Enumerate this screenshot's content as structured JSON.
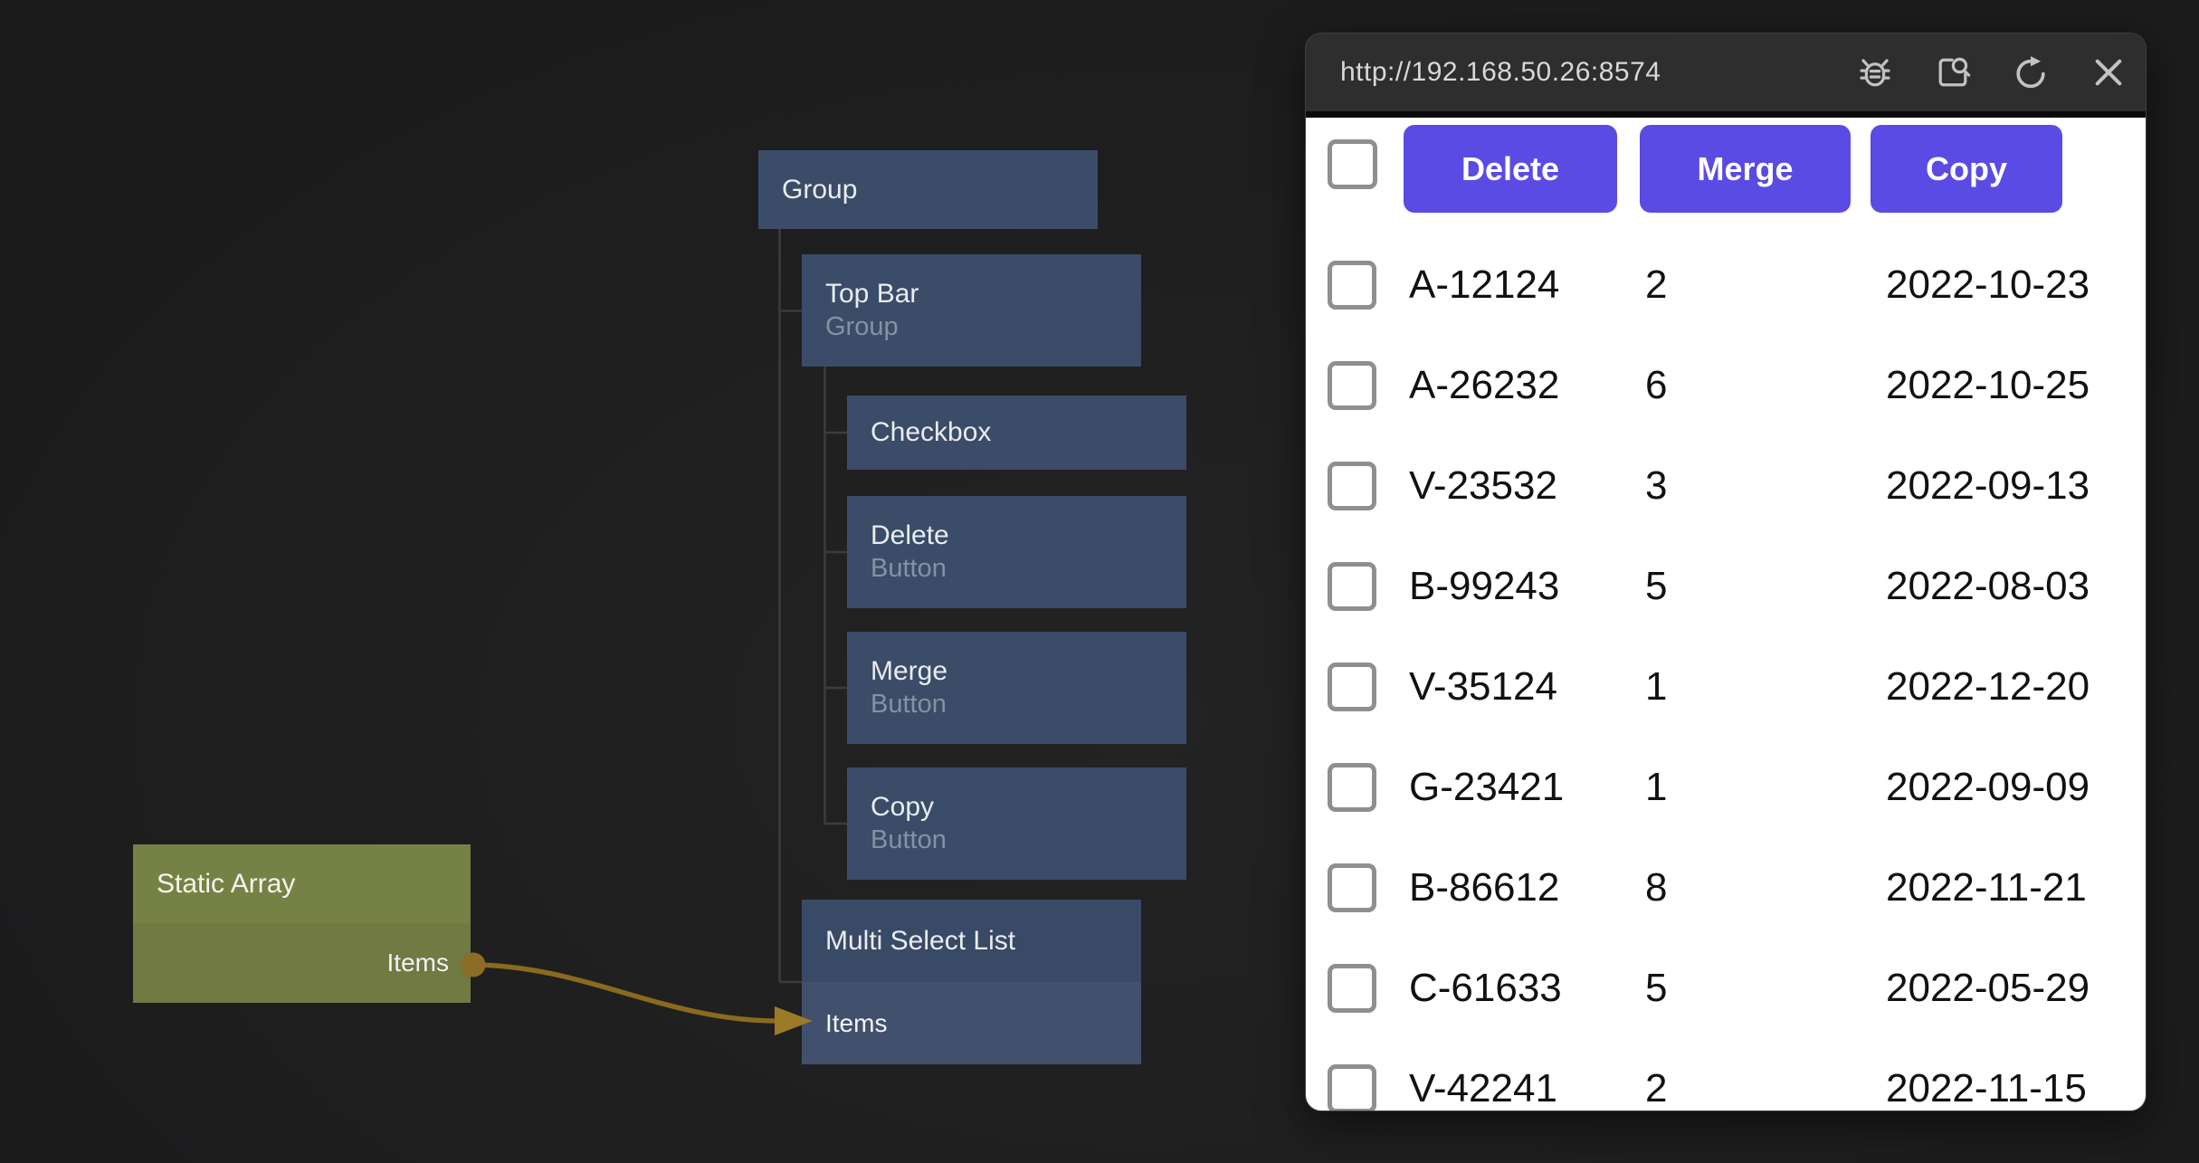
{
  "canvas": {
    "nodes": [
      {
        "title": "Group"
      },
      {
        "title": "Top Bar",
        "subtitle": "Group"
      },
      {
        "title": "Checkbox"
      },
      {
        "title": "Delete",
        "subtitle": "Button"
      },
      {
        "title": "Merge",
        "subtitle": "Button"
      },
      {
        "title": "Copy",
        "subtitle": "Button"
      },
      {
        "title": "Multi Select List",
        "port": "Items"
      },
      {
        "title": "Static Array",
        "port": "Items"
      }
    ],
    "connection": {
      "from_node": "Static Array",
      "from_port": "Items",
      "to_node": "Multi Select List",
      "to_port": "Items"
    },
    "colors": {
      "node_blue": "#3a4c68",
      "node_olive_header": "#768245",
      "node_olive_body": "#707a42",
      "wire_gold": "#8a6a1f",
      "port_dot": "#8d6c25",
      "tree_line": "#3c3c3e",
      "background": "#1f1f20"
    }
  },
  "preview": {
    "url": "http://192.168.50.26:8574",
    "icons": [
      "debug-icon",
      "inspect-icon",
      "refresh-icon",
      "close-icon"
    ],
    "toolbar": {
      "buttons": [
        "Delete",
        "Merge",
        "Copy"
      ]
    },
    "rows": [
      {
        "id": "A-12124",
        "qty": "2",
        "date": "2022-10-23"
      },
      {
        "id": "A-26232",
        "qty": "6",
        "date": "2022-10-25"
      },
      {
        "id": "V-23532",
        "qty": "3",
        "date": "2022-09-13"
      },
      {
        "id": "B-99243",
        "qty": "5",
        "date": "2022-08-03"
      },
      {
        "id": "V-35124",
        "qty": "1",
        "date": "2022-12-20"
      },
      {
        "id": "G-23421",
        "qty": "1",
        "date": "2022-09-09"
      },
      {
        "id": "B-86612",
        "qty": "8",
        "date": "2022-11-21"
      },
      {
        "id": "C-61633",
        "qty": "5",
        "date": "2022-05-29"
      },
      {
        "id": "V-42241",
        "qty": "2",
        "date": "2022-11-15"
      }
    ],
    "colors": {
      "accent": "#5a4be4",
      "topbar": "#2e2e2e"
    }
  }
}
